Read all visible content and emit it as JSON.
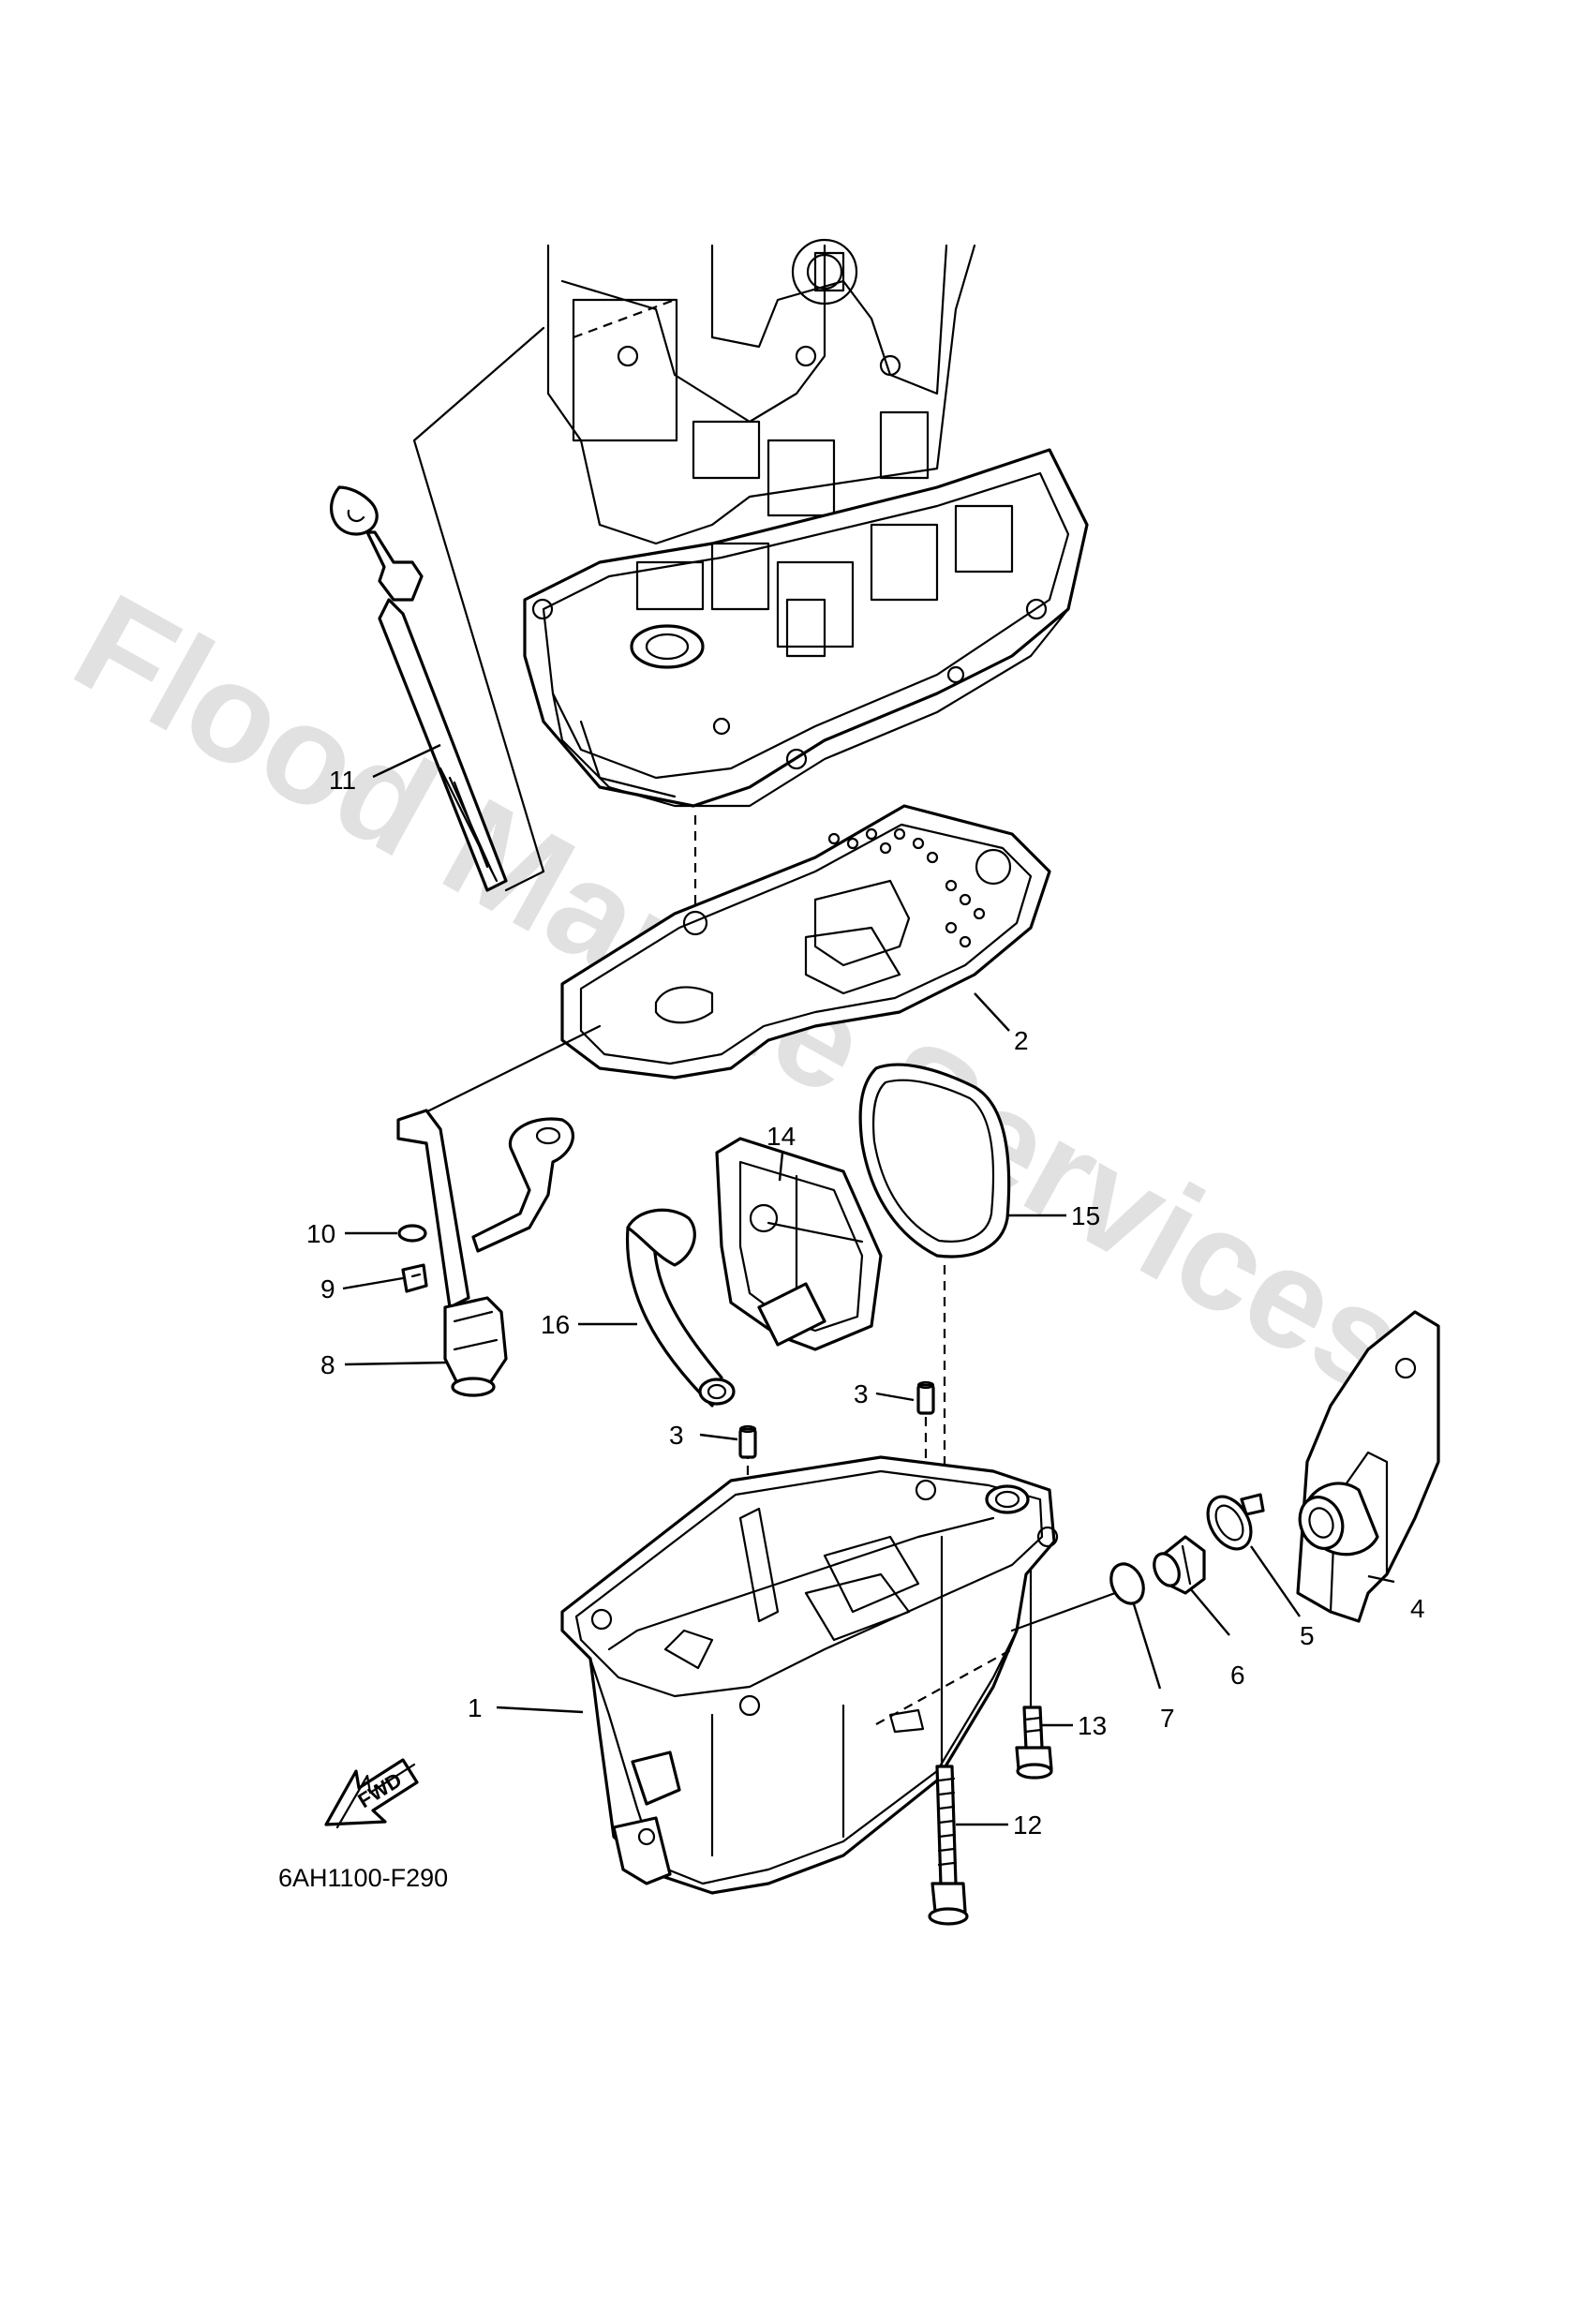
{
  "diagram_code": "6AH1100-F290",
  "forward_label": "FWD",
  "watermark": "Flood Marine Services",
  "callouts": {
    "c1": "1",
    "c2": "2",
    "c3a": "3",
    "c3b": "3",
    "c4": "4",
    "c5": "5",
    "c6": "6",
    "c7": "7",
    "c8": "8",
    "c9": "9",
    "c10": "10",
    "c11": "11",
    "c12": "12",
    "c13": "13",
    "c14": "14",
    "c15": "15",
    "c16": "16"
  }
}
